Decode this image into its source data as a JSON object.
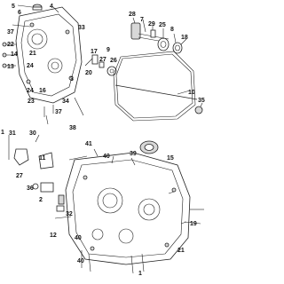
{
  "diagram": {
    "callouts": [
      "5",
      "4",
      "6",
      "28",
      "7",
      "29",
      "25",
      "8",
      "37",
      "33",
      "9",
      "22",
      "14",
      "21",
      "17",
      "27",
      "26",
      "18",
      "13",
      "24",
      "20",
      "3",
      "24",
      "16",
      "10",
      "35",
      "23",
      "34",
      "37",
      "38",
      "1",
      "31",
      "30",
      "41",
      "39",
      "11",
      "40",
      "15",
      "27",
      "36",
      "2",
      "32",
      "12",
      "40",
      "19",
      "21",
      "40",
      "1"
    ]
  }
}
